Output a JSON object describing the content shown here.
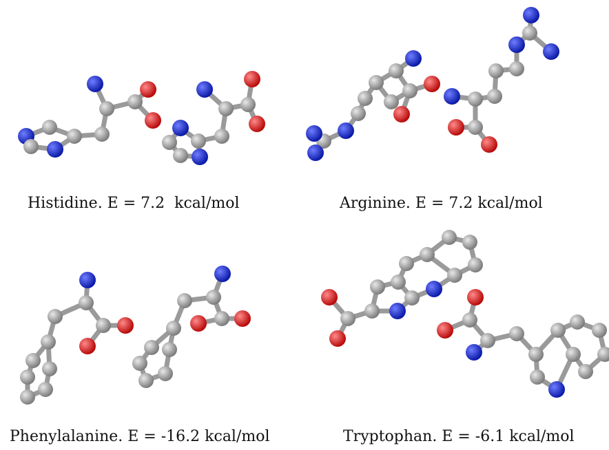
{
  "colors": {
    "carbon": "#9a9a9a",
    "nitrogen": "#1a2fe0",
    "oxygen": "#e01a1a",
    "bond": "#9a9a9a",
    "text": "#111111"
  },
  "panels": [
    {
      "label": "Histidine. E = 7.2  kcal/mol"
    },
    {
      "label": "Arginine. E = 7.2 kcal/mol"
    },
    {
      "label": "Phenylalanine. E = -16.2 kcal/mol"
    },
    {
      "label": "Tryptophan. E = -6.1 kcal/mol"
    }
  ]
}
